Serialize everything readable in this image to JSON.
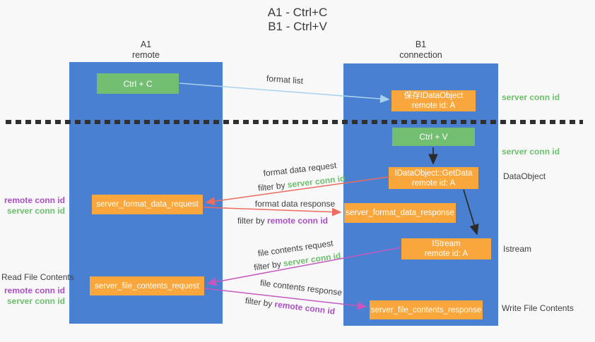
{
  "title": {
    "line1": "A1 - Ctrl+C",
    "line2": "B1 - Ctrl+V"
  },
  "lanes": {
    "a1": {
      "name": "A1",
      "subtitle": "remote"
    },
    "b1": {
      "name": "B1",
      "subtitle": "connection"
    }
  },
  "nodes": {
    "ctrl_c": {
      "label": "Ctrl + C"
    },
    "save_idataobject": {
      "line1": "保存IDataObject",
      "line2": "remote id: A"
    },
    "ctrl_v": {
      "label": "Ctrl + V"
    },
    "getdata": {
      "line1": "IDataObject::GetData",
      "line2": "remote id: A"
    },
    "server_format_data_request": {
      "label": "server_format_data_request"
    },
    "server_format_data_response": {
      "label": "server_format_data_response"
    },
    "istream": {
      "line1": "IStream",
      "line2": "remote id: A"
    },
    "server_file_contents_request": {
      "label": "server_file_contents_request"
    },
    "server_file_contents_response": {
      "label": "server_file_contents_response"
    }
  },
  "messages": {
    "format_list": {
      "label": "format list"
    },
    "format_data_request": {
      "label": "format data request",
      "filter_prefix": "filter by",
      "filter_id": "server conn id"
    },
    "format_data_response": {
      "label": "format data response",
      "filter_prefix": "filter by",
      "filter_id": "remote conn id"
    },
    "file_contents_request": {
      "label": "file contents request",
      "filter_prefix": "filter by",
      "filter_id": "server conn id"
    },
    "file_contents_response": {
      "label": "file contents response",
      "filter_prefix": "filter by",
      "filter_id": "remote conn id"
    }
  },
  "left_annotations": {
    "format_remote_conn_id": "remote conn id",
    "format_server_conn_id": "server conn id",
    "read_file_contents": "Read File Contents",
    "file_remote_conn_id": "remote conn id",
    "file_server_conn_id": "server conn id"
  },
  "right_annotations": {
    "server_conn_id_top": "server conn id",
    "server_conn_id_mid": "server conn id",
    "dataobject": "DataObject",
    "istream": "Istream",
    "write_file_contents": "Write File Contents"
  },
  "colors": {
    "lane_blue": "#4a80d2",
    "node_green": "#72bf72",
    "node_orange": "#f9a63c",
    "arrow_light_blue": "#a9d2f0",
    "arrow_red": "#ed6a5f",
    "arrow_magenta": "#c558c0",
    "arrow_black": "#2b2b2b",
    "label_green": "#6cbf6c",
    "label_purple": "#ab4fc4",
    "divider": "#303030",
    "background": "#f8f8f8",
    "text_dark": "#3f3f3f"
  }
}
